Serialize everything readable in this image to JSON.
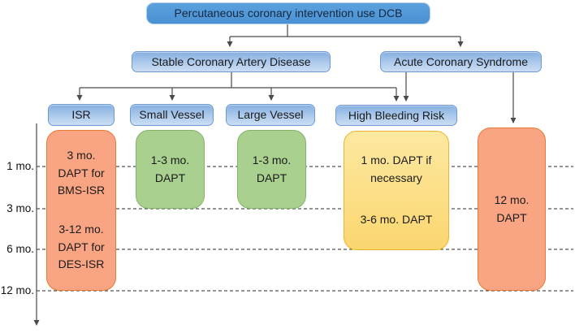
{
  "flow": {
    "title": "Percutaneous coronary intervention use DCB",
    "stable": "Stable Coronary Artery Disease",
    "acute": "Acute Coronary Syndrome",
    "isr": "ISR",
    "small_vessel": "Small Vessel",
    "large_vessel": "Large Vessel",
    "hbr": "High Bleeding Risk"
  },
  "outcomes": {
    "isr": {
      "p1": "3 mo. DAPT for BMS-ISR",
      "p2": "3-12 mo. DAPT for DES-ISR"
    },
    "small_vessel": {
      "p1": "1-3 mo. DAPT"
    },
    "large_vessel": {
      "p1": "1-3 mo. DAPT"
    },
    "high_bleeding_risk": {
      "p1": "1 mo. DAPT if necessary",
      "p2": "3-6 mo. DAPT"
    },
    "acute": {
      "p1": "12 mo. DAPT"
    }
  },
  "timeline": {
    "ticks": [
      "1 mo.",
      "3 mo.",
      "6 mo.",
      "12 mo."
    ]
  },
  "colors": {
    "node_blue": "#85afe0",
    "node_blue_border": "#6d9bd2",
    "title_blue": "#4a91d3",
    "outcome_orange": "#f9a583",
    "outcome_orange_border": "#e97a35",
    "outcome_green": "#a9d08e",
    "outcome_green_border": "#85b369",
    "outcome_yellow": "#fbd66f",
    "outcome_yellow_border": "#eeb42b",
    "wire": "#4a4a4a"
  }
}
